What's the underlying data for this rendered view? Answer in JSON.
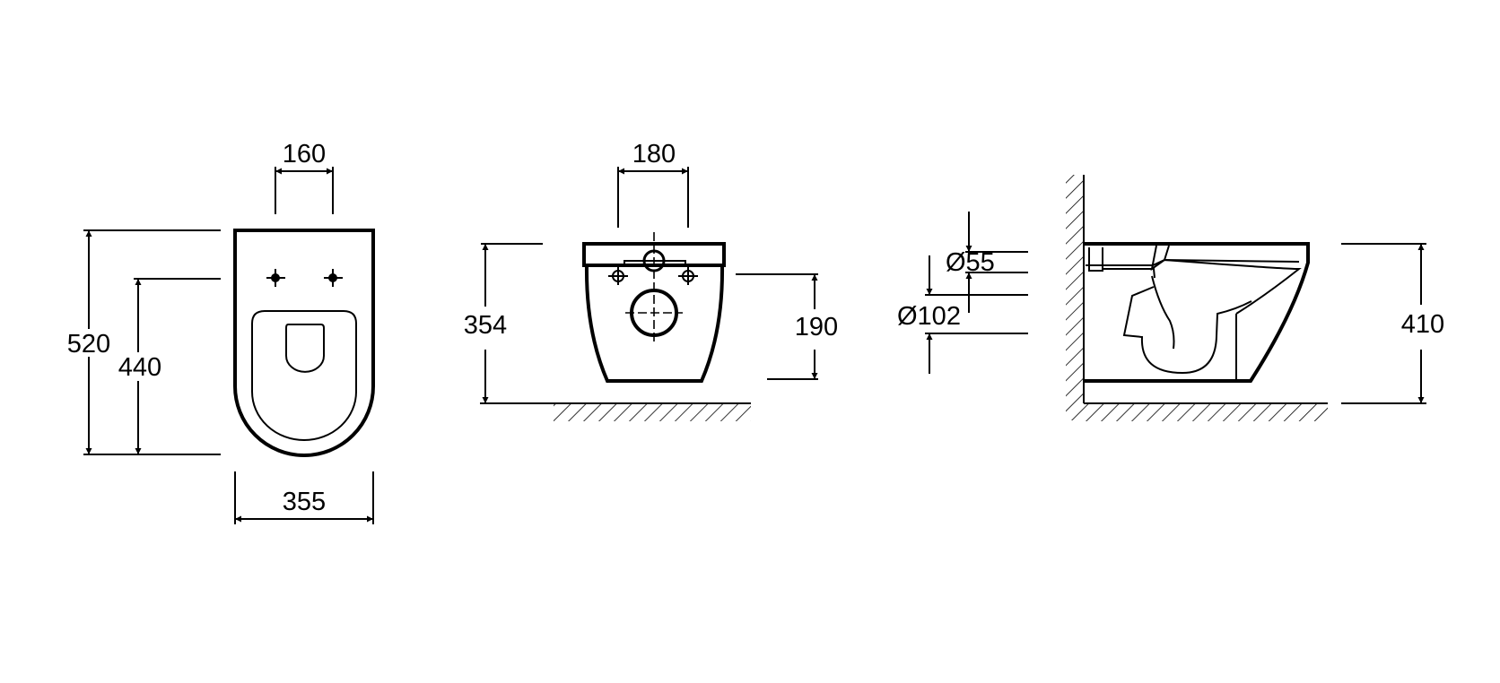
{
  "colors": {
    "ink": "#000000",
    "background": "#ffffff"
  },
  "top_view": {
    "dim_hole_spacing": "160",
    "dim_total_length": "520",
    "dim_fixing_to_front": "440",
    "dim_width": "355"
  },
  "rear_view": {
    "dim_bolt_spacing": "180",
    "dim_height_from_floor": "354",
    "dim_outlet_height": "190"
  },
  "pipe_detail": {
    "dim_inlet_diameter": "Ø55",
    "dim_outlet_diameter": "Ø102"
  },
  "side_view": {
    "dim_total_height": "410"
  }
}
